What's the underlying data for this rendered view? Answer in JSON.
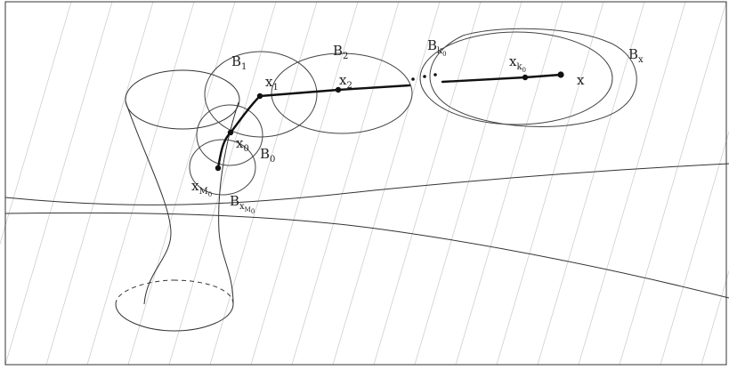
{
  "labels": {
    "B1": {
      "main": "B",
      "sub": "1"
    },
    "B2": {
      "main": "B",
      "sub": "2"
    },
    "Bk0": {
      "main": "B",
      "sub": "k",
      "subsub": "0"
    },
    "Bx": {
      "main": "B",
      "sub": "x"
    },
    "x1": {
      "main": "x",
      "sub": "1"
    },
    "x2": {
      "main": "x",
      "sub": "2"
    },
    "xk0": {
      "main": "x",
      "sub": "k",
      "subsub": "0"
    },
    "x": {
      "main": "x"
    },
    "x0": {
      "main": "x",
      "sub": "0"
    },
    "B0": {
      "main": "B",
      "sub": "0"
    },
    "xM0": {
      "main": "x",
      "sub": "M",
      "subsub": "0"
    },
    "BxM0": {
      "main": "B",
      "sub": "x",
      "subsub": "M",
      "subsubsub": "0"
    }
  },
  "colors": {
    "stroke": "#333333",
    "hatch": "#cfcfcf",
    "path": "#111111"
  }
}
